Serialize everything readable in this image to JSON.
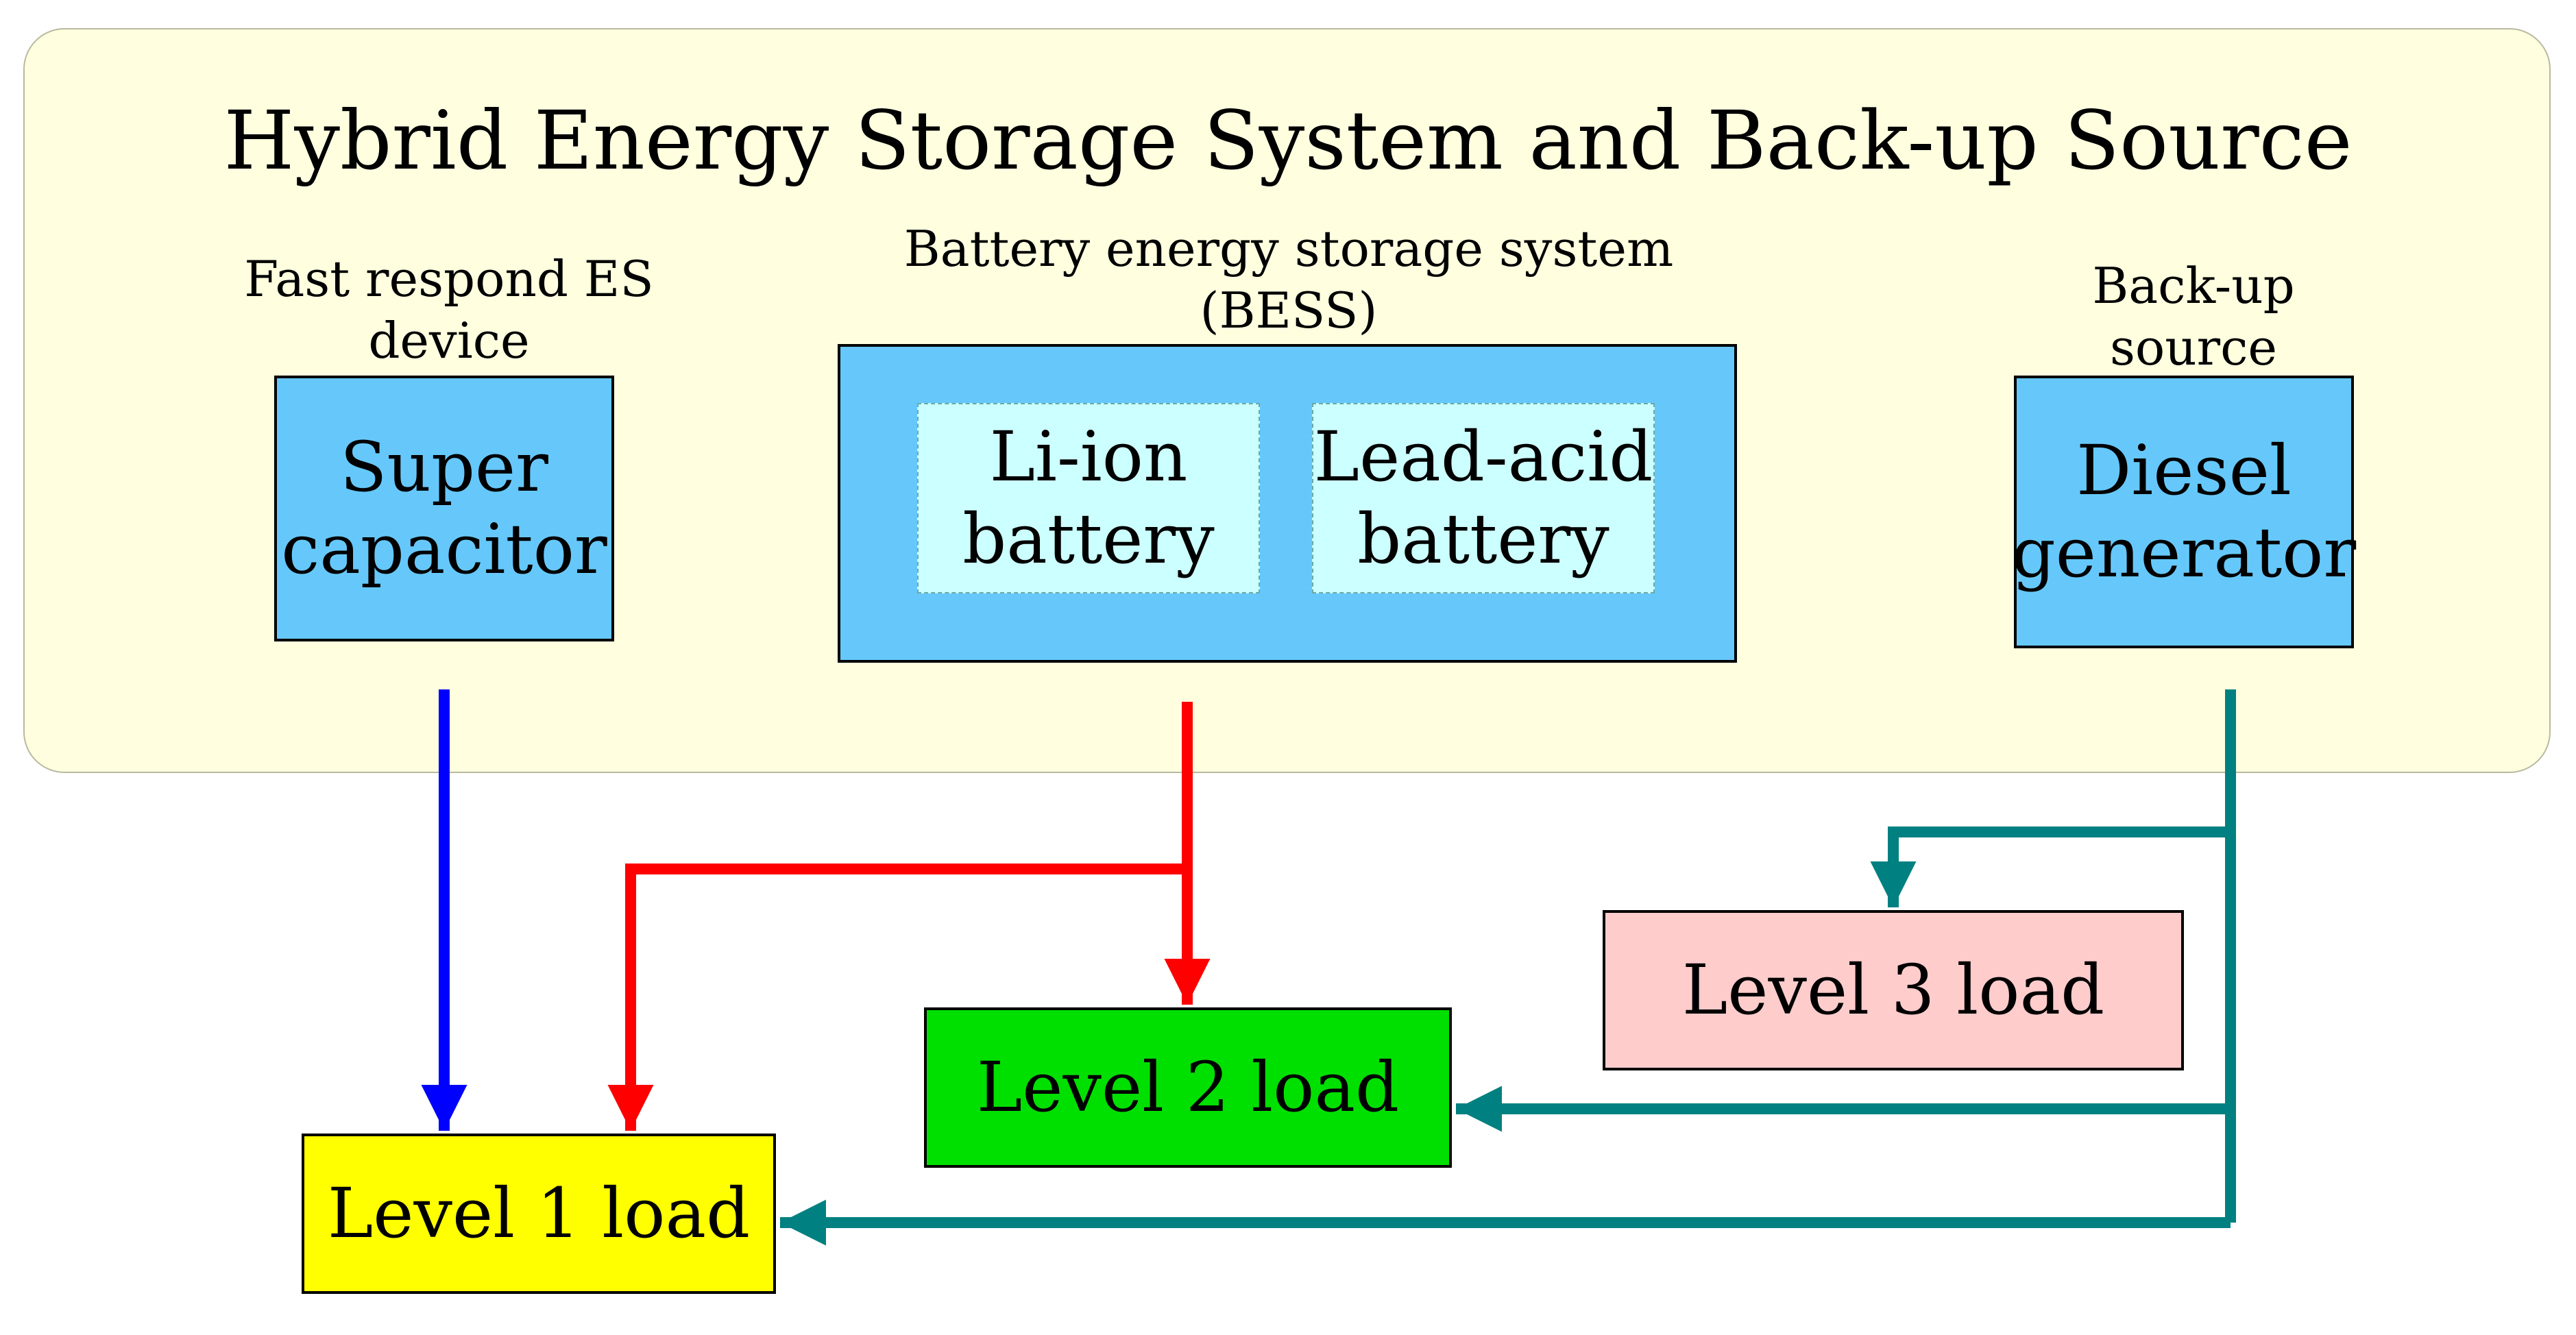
{
  "title": "Hybrid Energy Storage System and Back-up Source",
  "captions": {
    "supercap": "Fast respond ES\ndevice",
    "bess": "Battery energy storage system\n(BESS)",
    "backup": "Back-up\nsource"
  },
  "sources": {
    "supercap": "Super\ncapacitor",
    "li_ion": "Li-ion\nbattery",
    "lead_acid": "Lead-acid\nbattery",
    "diesel": "Diesel\ngenerator"
  },
  "loads": {
    "level1": "Level 1 load",
    "level2": "Level 2 load",
    "level3": "Level 3 load"
  },
  "colors": {
    "panel": "#ffffe0",
    "source_box": "#66c8fa",
    "battery_cell": "#ccffff",
    "level1": "#ffff00",
    "level2": "#00e000",
    "level3": "#ffcccc",
    "supercap_line": "#0000ff",
    "bess_line": "#ff0000",
    "diesel_line": "#008080"
  }
}
